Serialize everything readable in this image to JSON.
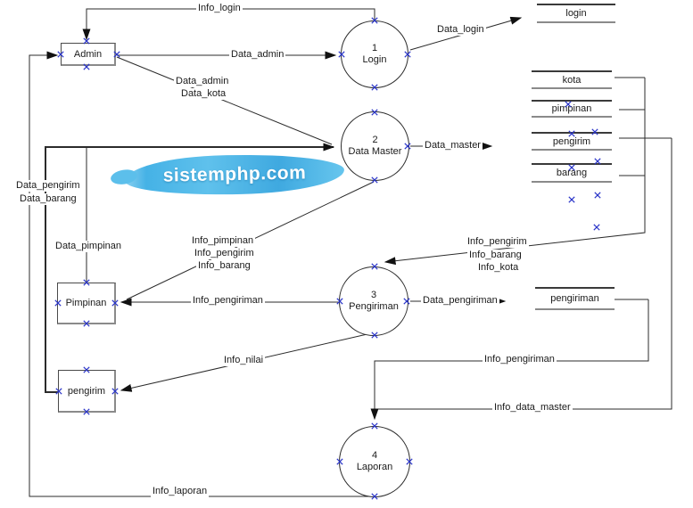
{
  "watermark": {
    "text": "sistemphp.com"
  },
  "colors": {
    "line": "#2b2b2b",
    "handle_blue": "#2a35c8",
    "watermark_blue": "#45b2e6",
    "watermark_text": "#ffffff"
  },
  "entities": {
    "admin": {
      "label": "Admin"
    },
    "pimpinan": {
      "label": "Pimpinan"
    },
    "pengirim": {
      "label": "pengirim"
    }
  },
  "processes": {
    "login": {
      "number": "1",
      "label": "Login"
    },
    "data_master": {
      "number": "2",
      "label": "Data Master"
    },
    "pengiriman": {
      "number": "3",
      "label": "Pengiriman"
    },
    "laporan": {
      "number": "4",
      "label": "Laporan"
    }
  },
  "datastores": {
    "login": {
      "label": "login"
    },
    "kota": {
      "label": "kota"
    },
    "pimpinan": {
      "label": "pimpinan"
    },
    "pengirim": {
      "label": "pengirim"
    },
    "barang": {
      "label": "barang"
    },
    "pengiriman": {
      "label": "pengiriman"
    }
  },
  "flows": {
    "info_login": "Info_login",
    "data_login": "Data_login",
    "data_admin_h": "Data_admin",
    "data_admin_d": "Data_admin",
    "data_kota": "Data_kota",
    "data_master": "Data_master",
    "data_pengirim": "Data_pengirim",
    "data_barang": "Data_barang",
    "data_pimpinan": "Data_pimpinan",
    "info_pimpinan": "Info_pimpinan",
    "info_pengirim_left": "Info_pengirim",
    "info_barang_left": "Info_barang",
    "info_pengirim_right": "Info_pengirim",
    "info_barang_right": "Info_barang",
    "info_kota": "Info_kota",
    "info_pengiriman_to_pimpinan": "Info_pengiriman",
    "data_pengiriman": "Data_pengiriman",
    "info_nilai": "Info_nilai",
    "info_pengiriman_to_laporan": "Info_pengiriman",
    "info_data_master": "Info_data_master",
    "info_laporan": "Info_laporan"
  }
}
